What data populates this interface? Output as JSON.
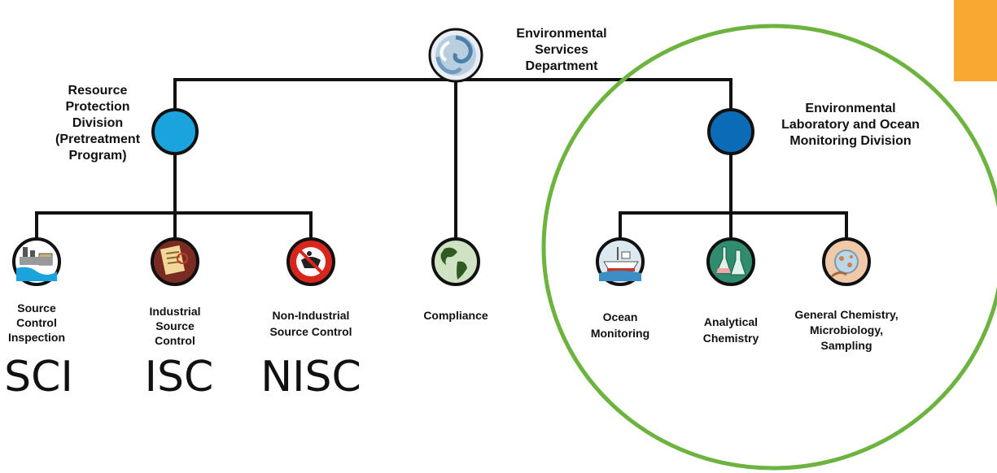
{
  "accent_bar": {
    "color": "#f9a832"
  },
  "highlight_ring": {
    "color": "#6cb33f"
  },
  "nodes": {
    "esd": {
      "label_lines": [
        "Environmental",
        "Services",
        "Department"
      ],
      "icon": "swirl-logo-icon"
    },
    "rpd": {
      "label_lines": [
        "Resource",
        "Protection",
        "Division",
        "(Pretreatment",
        "Program)"
      ],
      "color": "#1aa3dc"
    },
    "elomd": {
      "label_lines": [
        "Environmental",
        "Laboratory and Ocean",
        "Monitoring Division"
      ],
      "color": "#0b6bb6"
    },
    "sci": {
      "label_lines": [
        "Source",
        "Control",
        "Inspection"
      ],
      "abbr": "SCI",
      "icon": "industrial-plant-icon"
    },
    "isc": {
      "label_lines": [
        "Industrial",
        "Source",
        "Control"
      ],
      "abbr": "ISC",
      "icon": "permit-documents-icon"
    },
    "nisc": {
      "label_lines": [
        "Non-Industrial",
        "Source Control"
      ],
      "abbr": "NISC",
      "icon": "no-fats-oils-grease-icon"
    },
    "compliance": {
      "label_lines": [
        "Compliance"
      ],
      "icon": "globe-icon"
    },
    "ocean": {
      "label_lines": [
        "Ocean",
        "Monitoring"
      ],
      "icon": "research-vessel-icon"
    },
    "analytical": {
      "label_lines": [
        "Analytical",
        "Chemistry"
      ],
      "icon": "lab-flasks-icon"
    },
    "general": {
      "label_lines": [
        "General Chemistry,",
        "Microbiology,",
        "Sampling"
      ],
      "icon": "microbiology-sample-icon"
    }
  }
}
